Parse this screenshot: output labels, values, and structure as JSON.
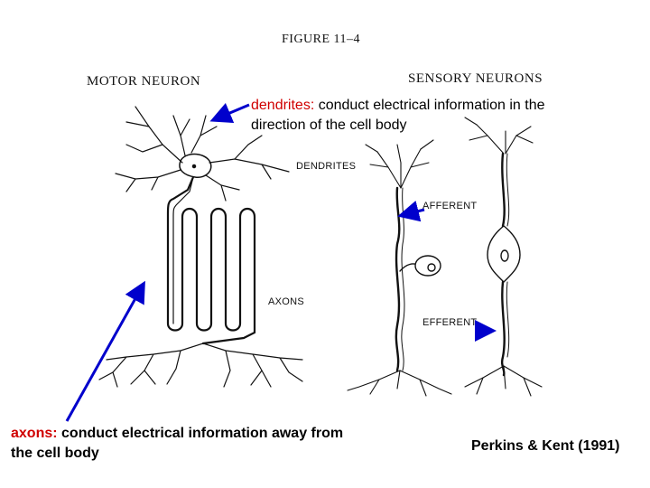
{
  "figure_label": "FIGURE 11–4",
  "motor_title": "MOTOR NEURON",
  "sensory_title": "SENSORY NEURONS",
  "labels": {
    "dendrites": "DENDRITES",
    "afferent": "AFFERENT",
    "axons": "AXONS",
    "efferent": "EFFERENT"
  },
  "annotations": {
    "dendrites_term": "dendrites:",
    "dendrites_text": " conduct electrical information in the direction of the cell body",
    "axons_term": "axons:",
    "axons_text": " conduct electrical information away from the cell body"
  },
  "citation": "Perkins & Kent (1991)",
  "colors": {
    "arrow": "#0000cc",
    "term": "#d00000",
    "ink": "#111111"
  }
}
